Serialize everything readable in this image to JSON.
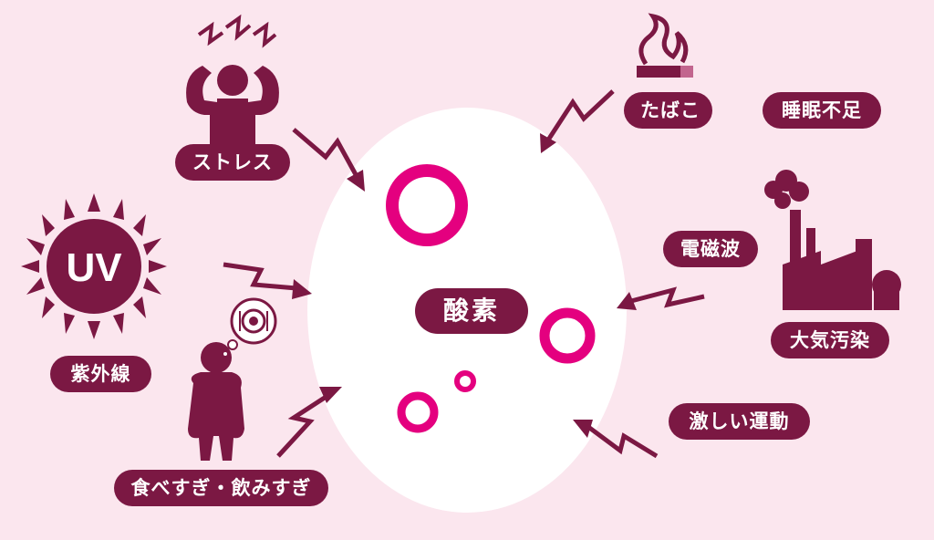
{
  "center": {
    "label": "酸素"
  },
  "factors": {
    "stress": "ストレス",
    "tobacco": "たばこ",
    "sleep": "睡眠不足",
    "uv": "紫外線",
    "uv_icon_text": "UV",
    "em_waves": "電磁波",
    "pollution": "大気汚染",
    "overeating": "食べすぎ・飲みすぎ",
    "exercise": "激しい運動"
  },
  "colors": {
    "background": "#fbe6ee",
    "pill": "#7b1843",
    "ring": "#e4007f",
    "circle": "#ffffff"
  }
}
